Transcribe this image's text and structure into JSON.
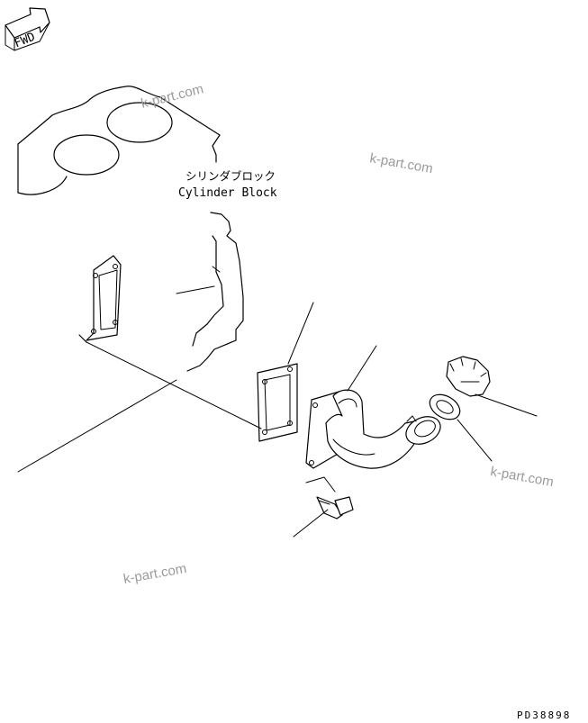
{
  "fwd_marker": {
    "text": "FWD"
  },
  "labels": {
    "cylinder_block_jp": "シリンダブロック",
    "cylinder_block_en": "Cylinder Block"
  },
  "watermarks": [
    "k-part.com",
    "k-part.com",
    "k-part.com",
    "k-part.com"
  ],
  "drawing_code": "PD38898"
}
